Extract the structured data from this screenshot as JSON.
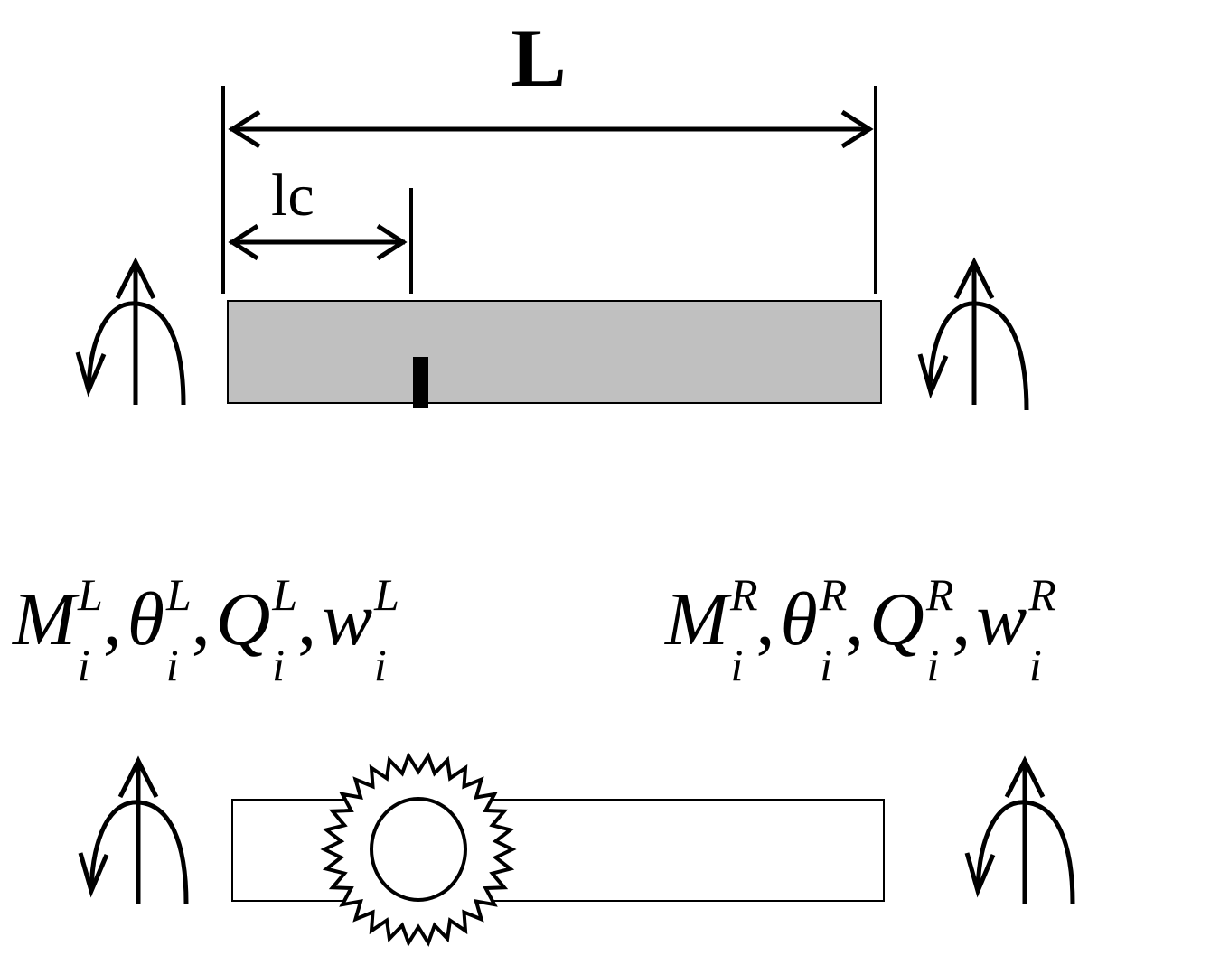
{
  "dimensions": {
    "total_length_label": "L",
    "crack_position_label": "l",
    "crack_position_subscript": "c"
  },
  "left_state": {
    "moment": "M",
    "rotation": "θ",
    "shear": "Q",
    "deflection": "w",
    "subscript": "i",
    "superscript": "L",
    "separator": ","
  },
  "right_state": {
    "moment": "M",
    "rotation": "θ",
    "shear": "Q",
    "deflection": "w",
    "subscript": "i",
    "superscript": "R",
    "separator": ","
  },
  "colors": {
    "beam_fill": "#c0c0c0",
    "line": "#000000",
    "background": "#ffffff"
  },
  "icons": {
    "end_force": "curved-arrow-with-vertical-arrow",
    "crack": "crack-notch",
    "rotational_spring": "zigzag-ring-spring"
  }
}
